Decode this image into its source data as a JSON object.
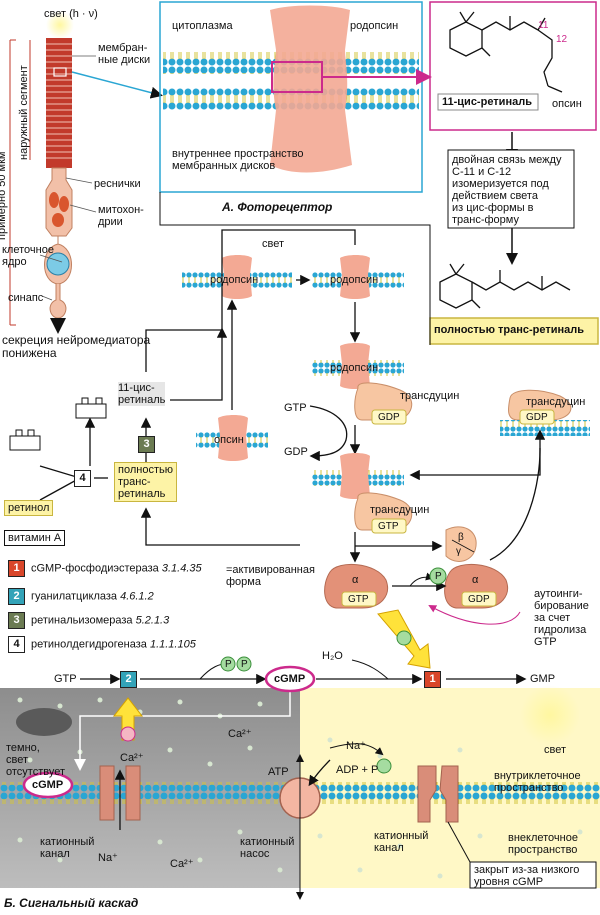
{
  "cell": {
    "light_label": "свет (h · ν)",
    "membrane_discs": "мембран-\nные диски",
    "outer_segment": "наружный сегмент",
    "approx": "примерно 50 мкм",
    "cilia": "реснички",
    "mitochondria": "митохон-\nдрии",
    "nucleus": "клеточное\nядро",
    "synapse": "синапс",
    "secretion": "секреция нейромедиатора\nпонижена"
  },
  "disc_panel": {
    "cytoplasm": "цитоплазма",
    "rhodopsin": "родопсин",
    "inner_space": "внутреннее пространство\nмембранных дисков"
  },
  "retinal_panel": {
    "num11": "11",
    "num12": "12",
    "cis_retinal": "11-цис-ретиналь",
    "opsin": "опсин",
    "isomer_text": "двойная связь между\nС-11 и С-12\nизомеризуется под\nдействием света\nиз цис-формы в\nтранс-форму",
    "trans_retinal": "полностью транс-ретиналь"
  },
  "section_a_title": "А. Фоторецептор",
  "cycle": {
    "light": "свет",
    "rhodopsin": "родопсин",
    "rhodopsin_active": "родопсин",
    "rhodopsin_2": "родопсин",
    "opsin": "опсин",
    "cis_retinal": "11-цис-\nретиналь",
    "trans_retinal": "полностью\nтранс-\nретиналь",
    "retinol": "ретинол",
    "vitamin_a": "витамин А",
    "gtp": "GTP",
    "gdp1": "GDP",
    "gdp_box": "GDP",
    "transducin1": "трансдуцин",
    "transducin2": "трансдуцин",
    "transducin3": "трансдуцин",
    "gtp_box": "GTP",
    "gdp_box2": "GDP",
    "beta": "β",
    "gamma": "γ",
    "alpha1": "α",
    "alpha2": "α",
    "gtp_alpha": "GTP",
    "gdp_alpha": "GDP",
    "p": "P",
    "activated_form": "=активированная\nформа",
    "autoinhibition": "аутоинги-\nбирование\nза счет\nгидролиза\nGTP"
  },
  "legend": [
    {
      "num": "1",
      "text": "cGMP-фосфодиэстераза",
      "ec": "3.1.4.35"
    },
    {
      "num": "2",
      "text": "гуанилатциклаза",
      "ec": "4.6.1.2"
    },
    {
      "num": "3",
      "text": "ретинальизомераза",
      "ec": "5.2.1.3"
    },
    {
      "num": "4",
      "text": "ретинолдегидрогеназа",
      "ec": "1.1.1.105"
    }
  ],
  "cascade": {
    "gtp": "GTP",
    "pp": "P",
    "cgmp": "cGMP",
    "h2o": "H₂O",
    "gmp": "GMP",
    "dark": "темно,\nсвет\nотсутствует",
    "cgmp_left": "cGMP",
    "ca": "Ca²⁺",
    "ca2": "Ca²⁺",
    "ca3": "Ca²⁺",
    "na": "Na⁺",
    "na2": "Na⁺",
    "atp": "ATP",
    "adp": "ADP + P",
    "cation_channel": "катионный\nканал",
    "cation_pump": "катионный\nнасос",
    "cation_channel2": "катионный\nканал",
    "light": "свет",
    "intracell": "внутриклеточное\nпространство",
    "extracell": "внеклеточное\nпространство",
    "closed": "закрыт из-за низкого\nуровня cGMP"
  },
  "section_b_title": "Б. Сигнальный каскад",
  "colors": {
    "protein": "#f3a994",
    "membrane": "#2aa6d3",
    "magenta": "#cc2a8c",
    "yellow_box": "#fdf3a6",
    "dark_bg": "#9e9e9e",
    "light_bg": "#fff8c6"
  }
}
